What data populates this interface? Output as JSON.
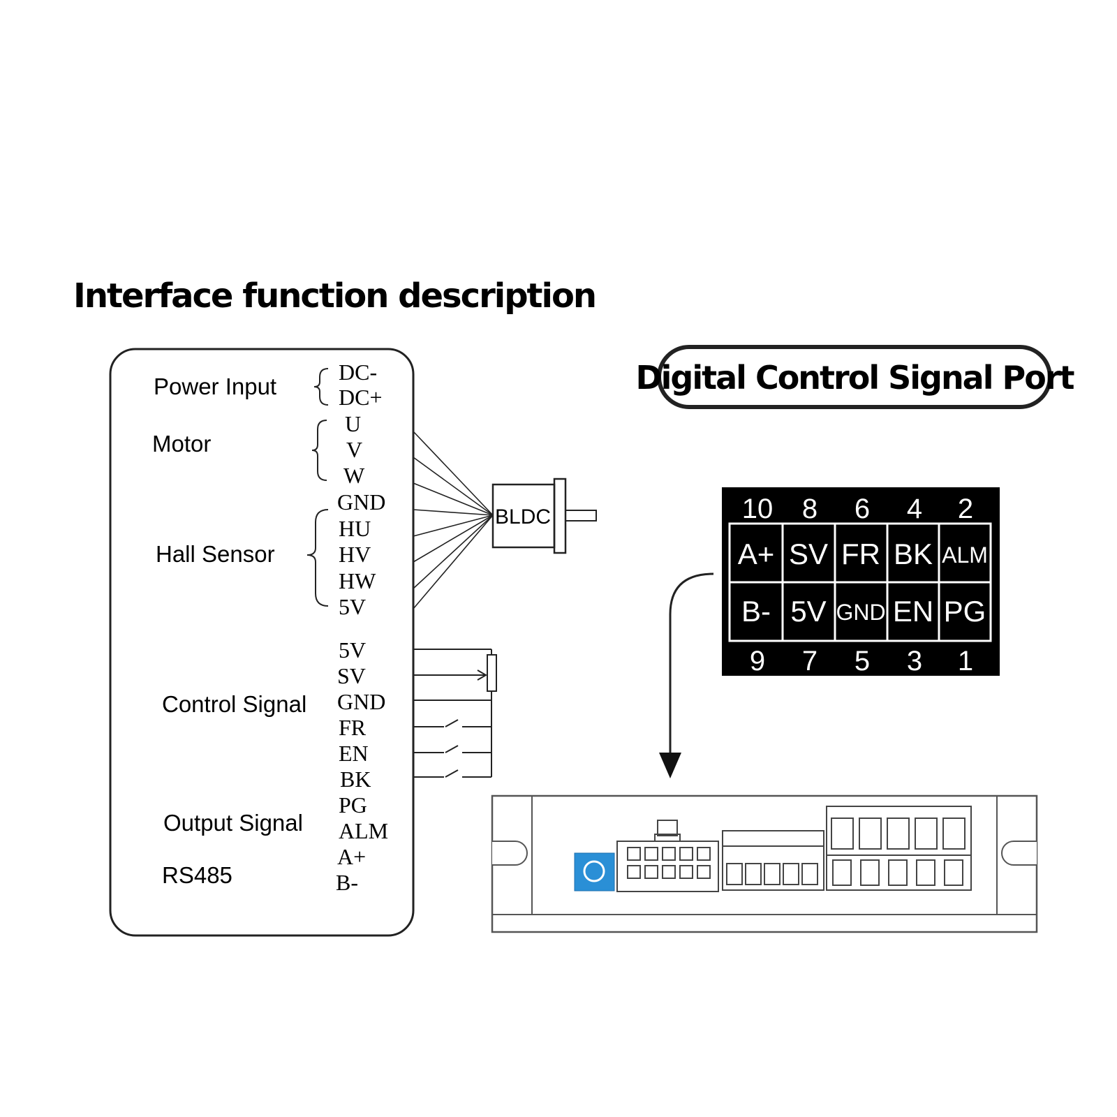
{
  "title": "Interface function description",
  "groups": {
    "power": "Power Input",
    "motor": "Motor",
    "hall": "Hall Sensor",
    "control": "Control Signal",
    "output": "Output Signal",
    "rs485": "RS485"
  },
  "pins": {
    "dc_minus": "DC-",
    "dc_plus": "DC+",
    "u": "U",
    "v": "V",
    "w": "W",
    "hall_gnd": "GND",
    "hu": "HU",
    "hv": "HV",
    "hw": "HW",
    "hall_5v": "5V",
    "ctrl_5v": "5V",
    "sv": "SV",
    "ctrl_gnd": "GND",
    "fr": "FR",
    "en": "EN",
    "bk": "BK",
    "pg": "PG",
    "alm": "ALM",
    "a_plus": "A+",
    "b_minus": "B-"
  },
  "motor_label": "BLDC",
  "port": {
    "title": "Digital Control Signal Port",
    "top_numbers": [
      "10",
      "8",
      "6",
      "4",
      "2"
    ],
    "top_row": [
      "A+",
      "SV",
      "FR",
      "BK",
      "ALM"
    ],
    "bottom_row": [
      "B-",
      "5V",
      "GND",
      "EN",
      "PG"
    ],
    "bottom_numbers": [
      "9",
      "7",
      "5",
      "3",
      "1"
    ]
  }
}
